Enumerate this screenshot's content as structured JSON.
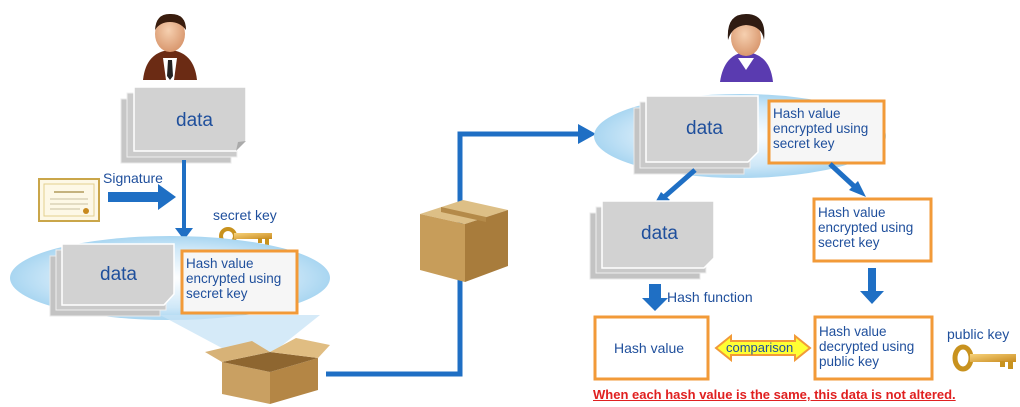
{
  "colors": {
    "arrow": "#1f6fc4",
    "box_border": "#f29a38",
    "paper": "#d2d2d2",
    "ellipse": "#bfe0f5",
    "warning": "#e02020",
    "comparison_fill": "#ffff33"
  },
  "sender": {
    "icon": "businessman-icon",
    "data_label": "data",
    "signature_label": "Signature",
    "secret_key_label": "secret key",
    "signed_data_label": "data",
    "signed_hash_label": "Hash value encrypted using secret key"
  },
  "receiver": {
    "icon": "businesswoman-icon",
    "received_data_label": "data",
    "received_hash_label": "Hash value encrypted using secret key",
    "split_data_label": "data",
    "split_hash_label": "Hash value encrypted using secret key",
    "hash_function_label": "Hash function",
    "hash_value_label": "Hash value",
    "comparison_label": "comparison",
    "decrypted_label": "Hash value decrypted using public key",
    "public_key_label": "public key",
    "result_text": "When each hash value is the same, this data is not altered."
  }
}
